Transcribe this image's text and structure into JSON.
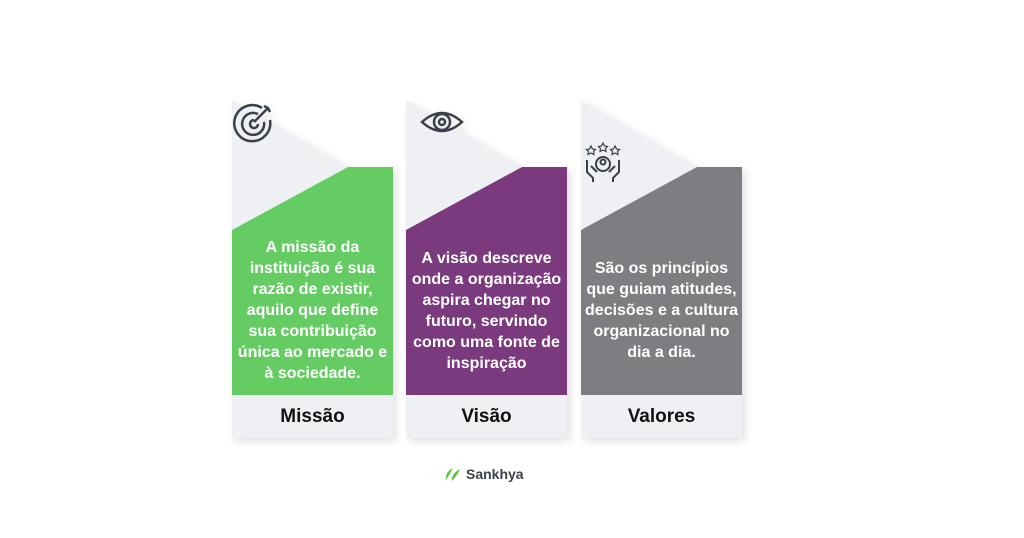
{
  "cards": [
    {
      "title": "Missão",
      "text": "A missão da instituição é sua razão de existir, aquilo que define sua contribuição única ao mercado e à sociedade.",
      "color": "#65cc64",
      "icon": "target-icon"
    },
    {
      "title": "Visão",
      "text": "A visão descreve onde a organização aspira chegar no futuro, servindo como uma fonte de inspiração",
      "color": "#7a3a7d",
      "icon": "eye-icon"
    },
    {
      "title": "Valores",
      "text": "São os princípios que guiam atitudes, decisões e a cultura organizacional no dia a dia.",
      "color": "#7d7e81",
      "icon": "hands-people-stars-icon"
    }
  ],
  "logo": {
    "text": "Sankhya",
    "color": "#5cc24a"
  }
}
